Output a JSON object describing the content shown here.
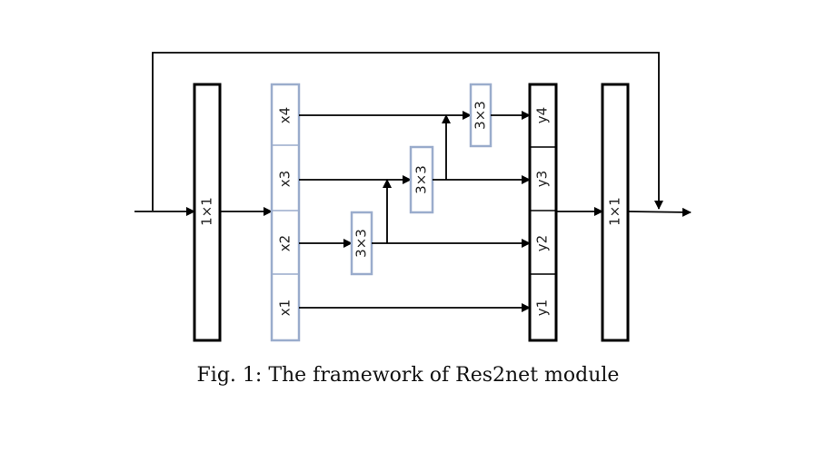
{
  "diagram": {
    "conv_in_label": "1×1",
    "conv_out_label": "1×1",
    "splits": {
      "x1": "x1",
      "x2": "x2",
      "x3": "x3",
      "x4": "x4"
    },
    "convs": {
      "c2": "3×3",
      "c3": "3×3",
      "c4": "3×3"
    },
    "outputs": {
      "y1": "y1",
      "y2": "y2",
      "y3": "y3",
      "y4": "y4"
    },
    "colors": {
      "split_border": "#9aaccc",
      "block_border": "#000000"
    }
  },
  "caption": "Fig. 1: The framework of Res2net module"
}
